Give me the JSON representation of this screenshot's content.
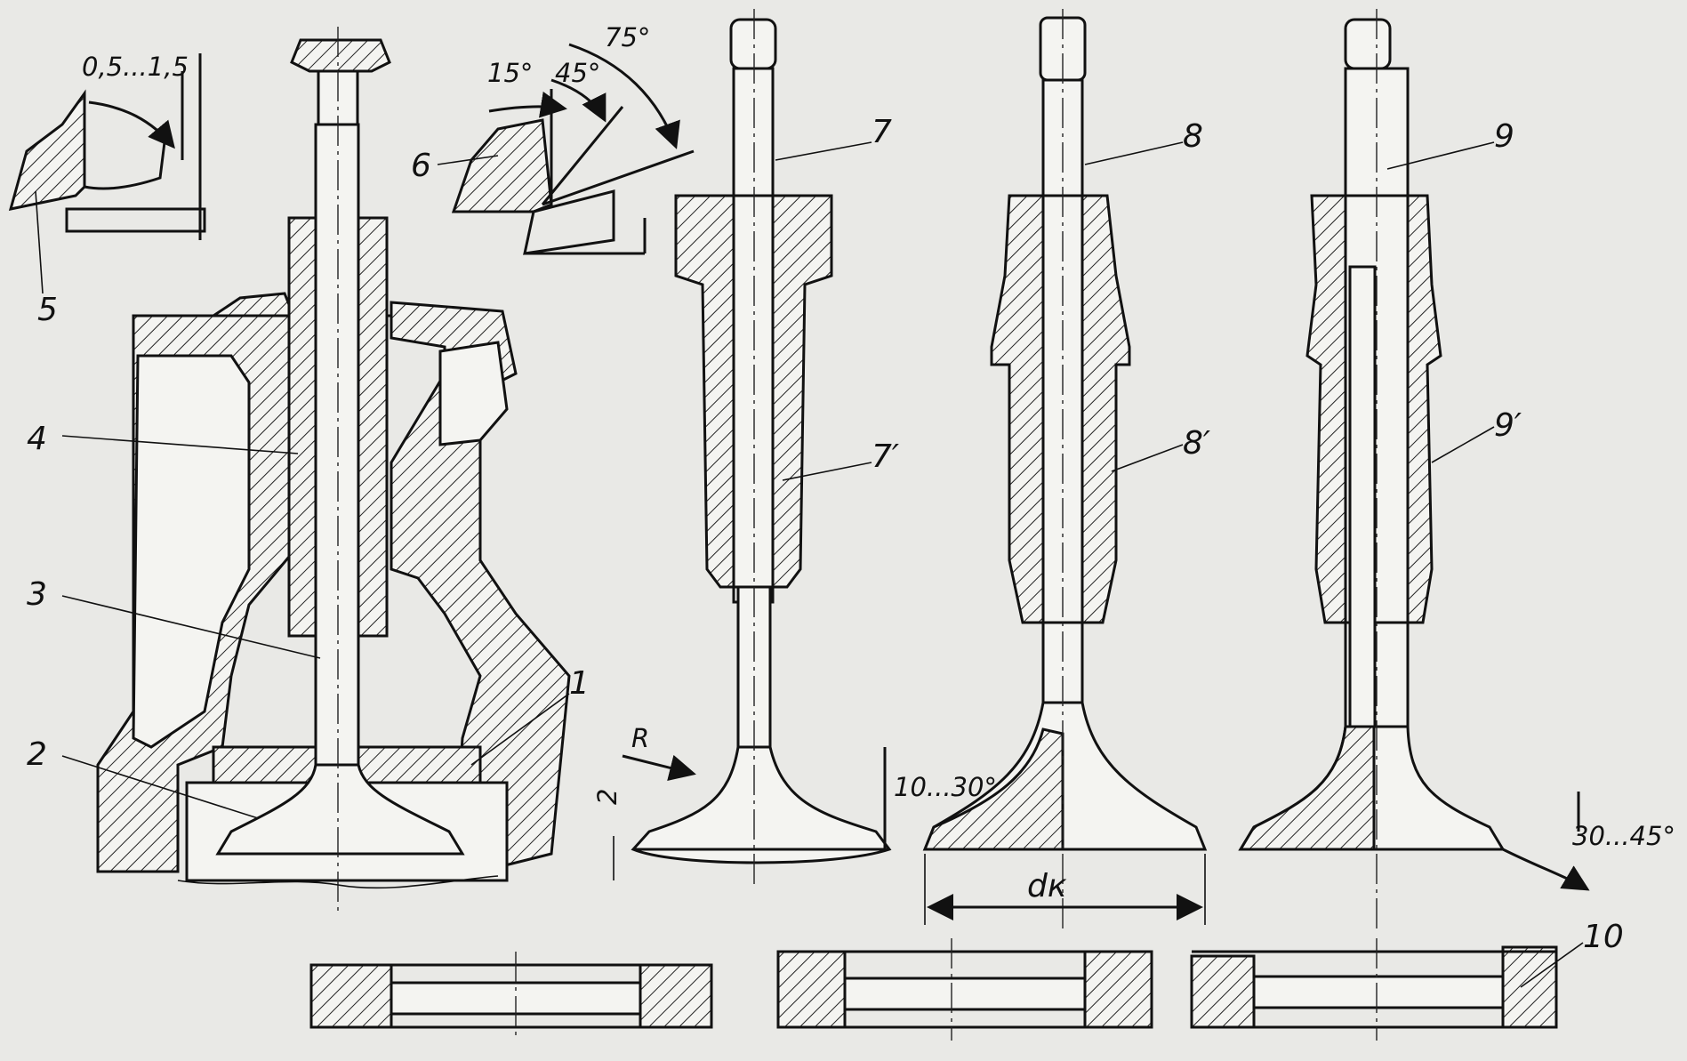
{
  "labels": {
    "l1": "1",
    "l2": "2",
    "l3": "3",
    "l4": "4",
    "l5": "5",
    "l6": "6",
    "l7": "7",
    "l7p": "7′",
    "l8": "8",
    "l8p": "8′",
    "l9": "9",
    "l9p": "9′",
    "l10": "10"
  },
  "dimensions": {
    "gap": "0,5...1,5",
    "angle15": "15°",
    "angle45": "45°",
    "angle75": "75°",
    "radius": "R",
    "h2": "2",
    "angle10_30": "10...30°",
    "dk": "dк",
    "angle30_45": "30...45°"
  }
}
